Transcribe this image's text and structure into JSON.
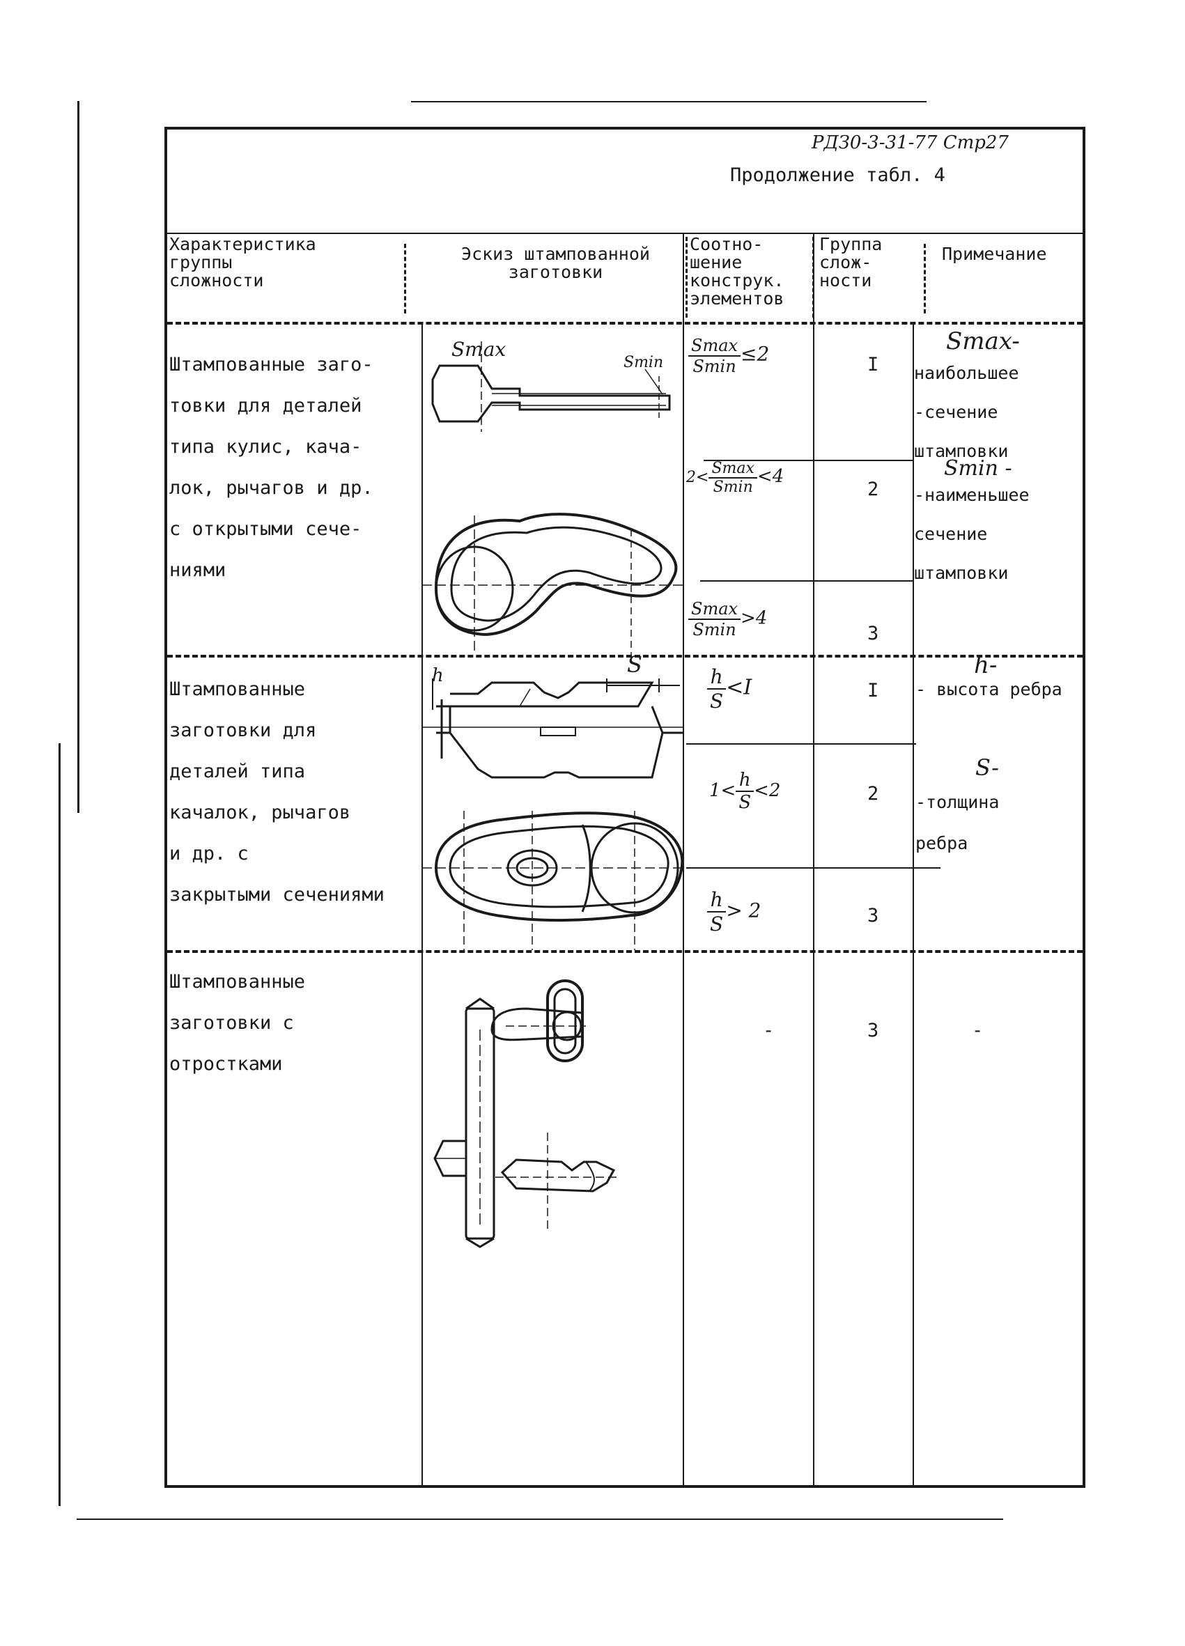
{
  "document": {
    "code": "РДЗ0-3-31-77 Стр27",
    "caption": "Продолжение табл. 4"
  },
  "table": {
    "headers": {
      "col1": "Характеристика\nгруппы\nсложности",
      "col2": "Эскиз штампованной\nзаготовки",
      "col3": "Соотно-\nшение\nконструк.\nэлементов",
      "col4": "Группа\nслож-\nности",
      "col5": "Примечание"
    },
    "rows": [
      {
        "characteristic": "Штампованные заго-\nтовки для деталей\nтипа кулис, кача-\nлок, рычагов и др.\nс открытыми сече-\nниями",
        "sketch_labels": {
          "s_max": "Smax",
          "s_min": "Smin"
        },
        "ratios": [
          {
            "pre": "",
            "num": "Smax",
            "den": "Smin",
            "post": "≤2"
          },
          {
            "pre": "2<",
            "num": "Smax",
            "den": "Smin",
            "post": "<4"
          },
          {
            "pre": "",
            "num": "Smax",
            "den": "Smin",
            "post": ">4"
          }
        ],
        "groups": [
          "I",
          "2",
          "3"
        ],
        "notes": {
          "smax_term": "Smax-",
          "smax_text": "наибольшее\n-сечение\nштамповки",
          "smin_term": "Smin -",
          "smin_text": "-наименьшее\nсечение\nштамповки"
        }
      },
      {
        "characteristic": "Штампованные\nзаготовки для\nдеталей типа\nкачалок, рычагов\nи др. с\nзакрытыми сечениями",
        "sketch_labels": {
          "h": "h",
          "s": "S"
        },
        "ratios": [
          {
            "pre": "",
            "num": "h",
            "den": "S",
            "post": "<I"
          },
          {
            "pre": "1<",
            "num": "h",
            "den": "S",
            "post": "<2"
          },
          {
            "pre": "",
            "num": "h",
            "den": "S",
            "post": "> 2"
          }
        ],
        "groups": [
          "I",
          "2",
          "3"
        ],
        "notes": {
          "h_term": "h-",
          "h_text": "- высота ребра",
          "s_term": "S-",
          "s_text": "-толщина\nребра"
        }
      },
      {
        "characteristic": "Штампованные\nзаготовки с\nотростками",
        "ratio": "-",
        "group": "3",
        "note": "-"
      }
    ]
  }
}
